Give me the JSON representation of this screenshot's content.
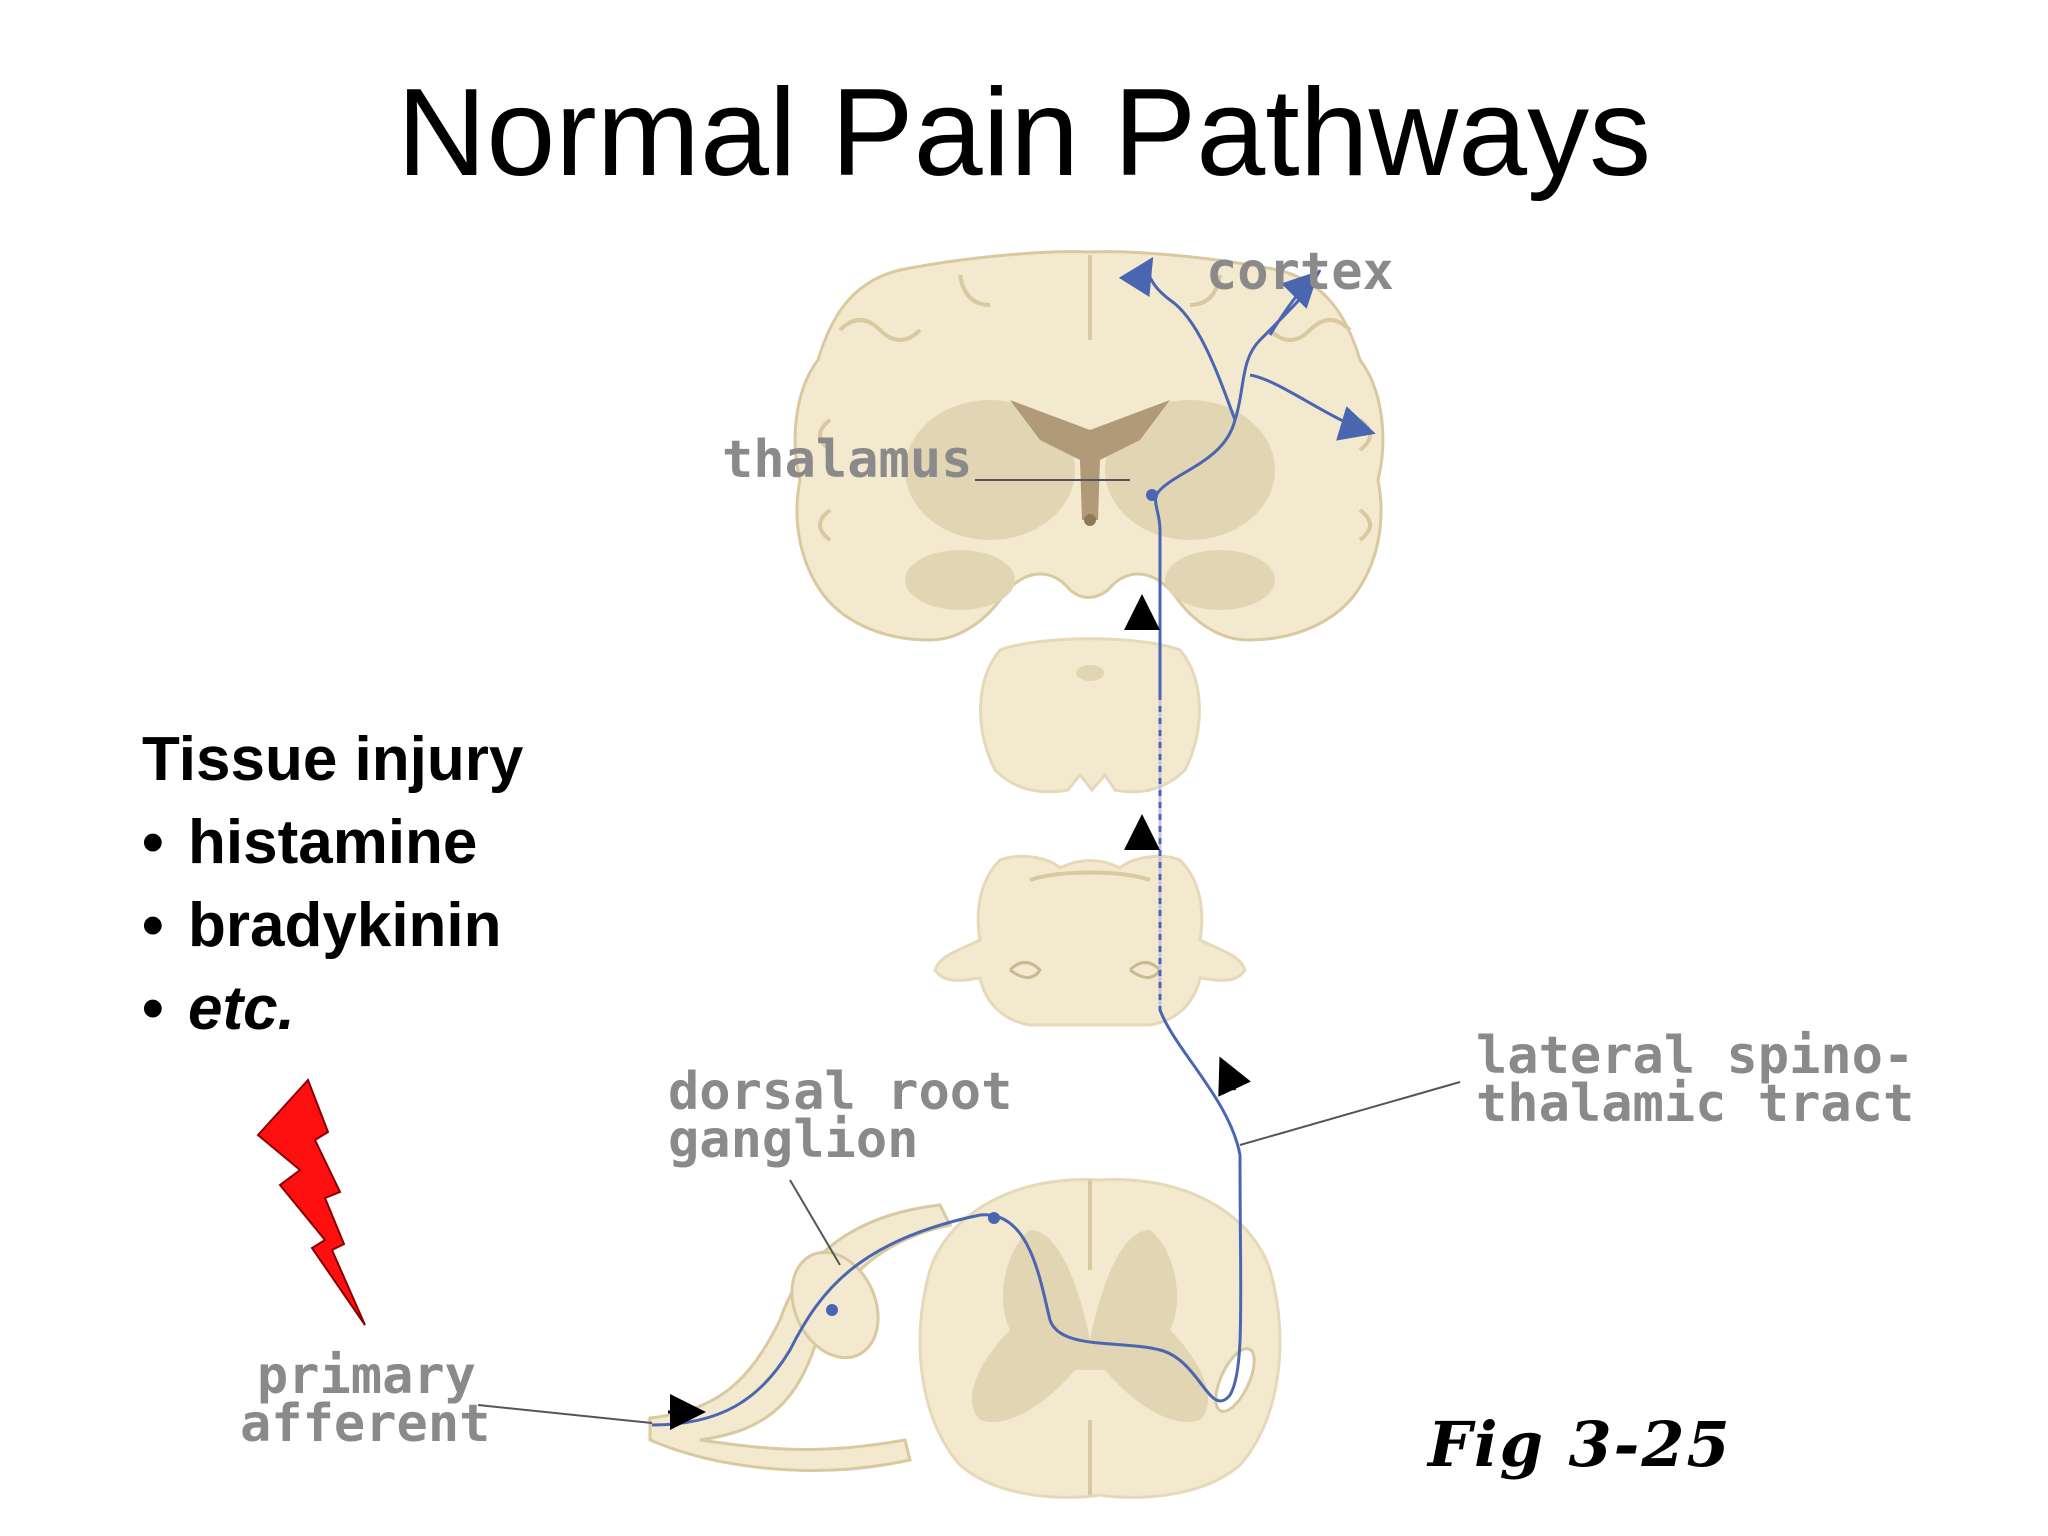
{
  "title": "Normal Pain Pathways",
  "injury": {
    "heading": "Tissue injury",
    "items": [
      {
        "text": "histamine",
        "italic": false
      },
      {
        "text": "bradykinin",
        "italic": false
      },
      {
        "text": "etc.",
        "italic": true
      }
    ],
    "bullet": "•"
  },
  "labels": {
    "cortex": "cortex",
    "thalamus": "thalamus",
    "dorsal_root_ganglion": "dorsal root\nganglion",
    "lateral_spinothalamic": "lateral spino-\nthalamic tract",
    "primary_afferent": "primary\nafferent"
  },
  "figure_ref": "Fig 3-25",
  "colors": {
    "tissue": "#f3e9cf",
    "tissue_edge": "#d9c9a0",
    "grey_matter": "#e2d5b4",
    "nerve": "#4a66b0",
    "lightning": "#ff1010",
    "label": "#8a8a8a"
  }
}
